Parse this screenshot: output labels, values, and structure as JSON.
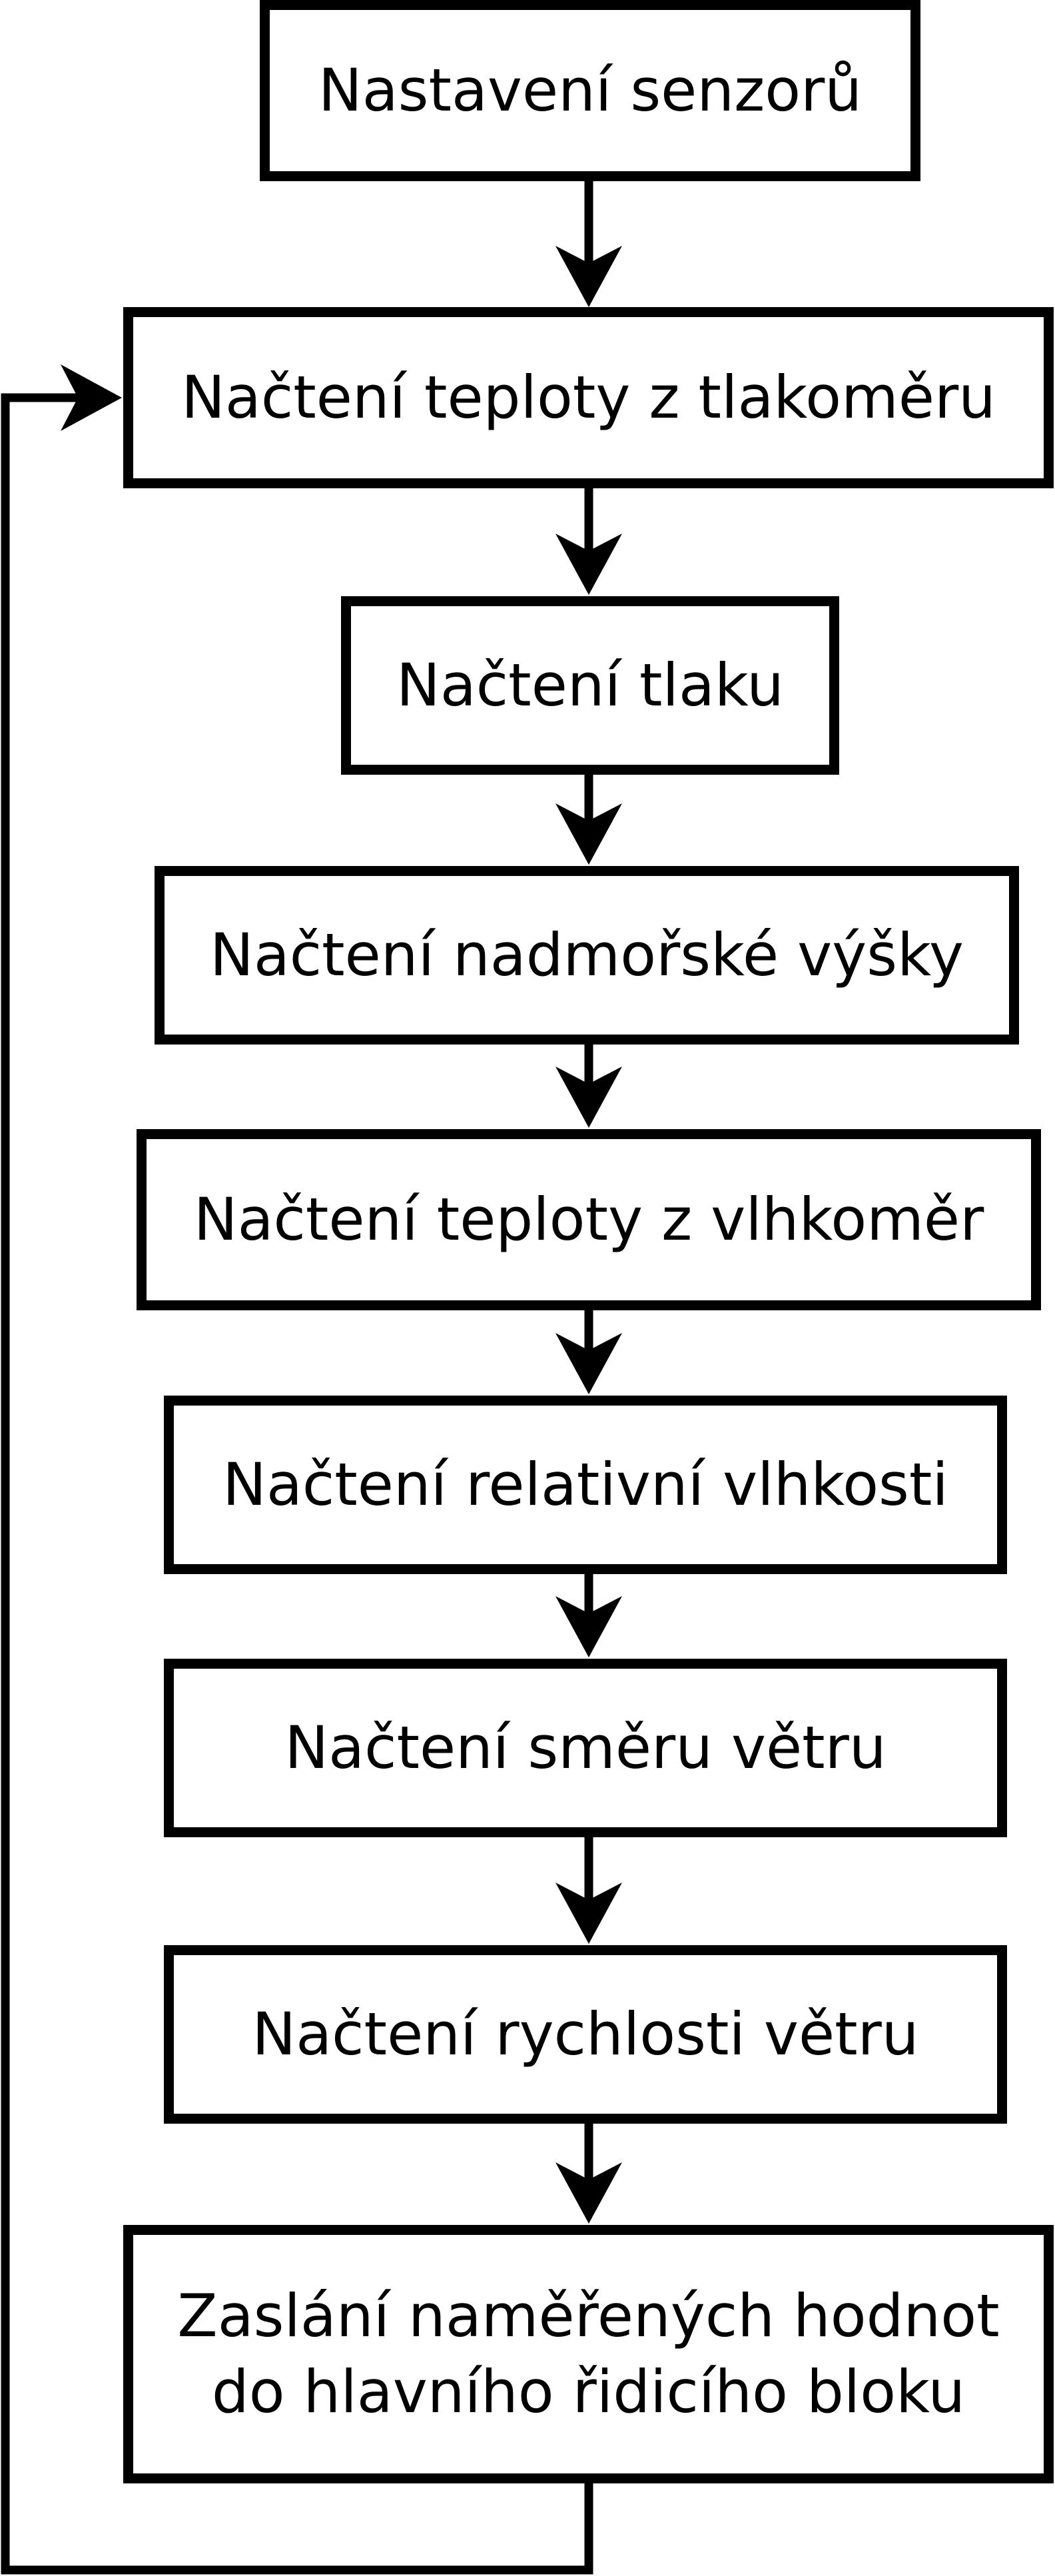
{
  "diagram": {
    "type": "flowchart",
    "background_color": "#ffffff",
    "stroke_color": "#000000",
    "node_fill_color": "#ffffff",
    "nodes": [
      {
        "label": "Nastavení senzorů"
      },
      {
        "label": "Načtení teploty z tlakoměru"
      },
      {
        "label": "Načtení tlaku"
      },
      {
        "label": "Načtení nadmořské výšky"
      },
      {
        "label": "Načtení teploty z vlhkoměr"
      },
      {
        "label": "Načtení relativní vlhkosti"
      },
      {
        "label": "Načtení směru větru"
      },
      {
        "label": "Načtení rychlosti větru"
      },
      {
        "label": "Zaslání naměřených hodnot\ndo hlavního řidicího bloku"
      }
    ],
    "edges": [
      {
        "from": 0,
        "to": 1,
        "style": "arrow-down"
      },
      {
        "from": 1,
        "to": 2,
        "style": "arrow-down"
      },
      {
        "from": 2,
        "to": 3,
        "style": "arrow-down"
      },
      {
        "from": 3,
        "to": 4,
        "style": "arrow-down"
      },
      {
        "from": 4,
        "to": 5,
        "style": "arrow-down"
      },
      {
        "from": 5,
        "to": 6,
        "style": "arrow-down"
      },
      {
        "from": 6,
        "to": 7,
        "style": "arrow-down"
      },
      {
        "from": 7,
        "to": 8,
        "style": "arrow-down"
      },
      {
        "from": 8,
        "to": 1,
        "style": "loop-left-side"
      }
    ]
  }
}
